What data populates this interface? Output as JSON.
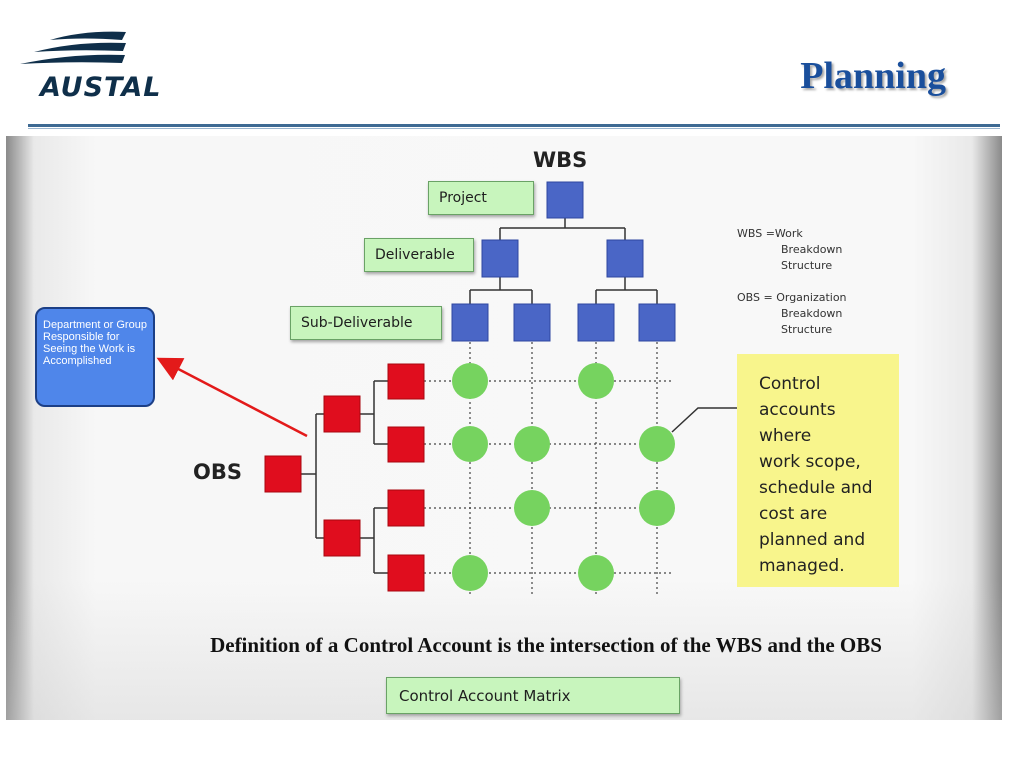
{
  "brand": {
    "logo_text": "AUSTAL",
    "logo_icon": "austal-wave-icon"
  },
  "header": {
    "title": "Planning"
  },
  "diagram": {
    "wbs_title": "WBS",
    "obs_title": "OBS",
    "wbs_levels": [
      "Project",
      "Deliverable",
      "Sub-Deliverable"
    ],
    "legend": {
      "wbs_line1": "WBS =Work",
      "wbs_line2": "Breakdown",
      "wbs_line3": "Structure",
      "obs_line1": "OBS = Organization",
      "obs_line2": "Breakdown",
      "obs_line3": "Structure"
    },
    "department_callout": "Department or Group Responsible for Seeing the Work is Accomplished",
    "control_account_callout": {
      "lines": [
        "Control",
        "accounts",
        "where",
        "work scope,",
        "schedule and",
        "cost are",
        "planned and",
        "managed."
      ]
    },
    "colors": {
      "wbs_node": "#4a66c6",
      "obs_node": "#e00d1e",
      "control_account": "#76d35f",
      "label_fill": "#c8f5bd",
      "callout_fill": "#f8f58c",
      "department_fill": "#4f86ea",
      "arrow": "#e31a1a"
    },
    "control_accounts": {
      "row1": [
        true,
        false,
        true,
        false
      ],
      "row2": [
        true,
        true,
        false,
        true
      ],
      "row3": [
        false,
        true,
        false,
        true
      ],
      "row4": [
        true,
        false,
        true,
        false
      ]
    }
  },
  "footer": {
    "definition": "Definition of a Control Account is the intersection of the WBS and the OBS",
    "matrix_label": "Control Account Matrix"
  }
}
